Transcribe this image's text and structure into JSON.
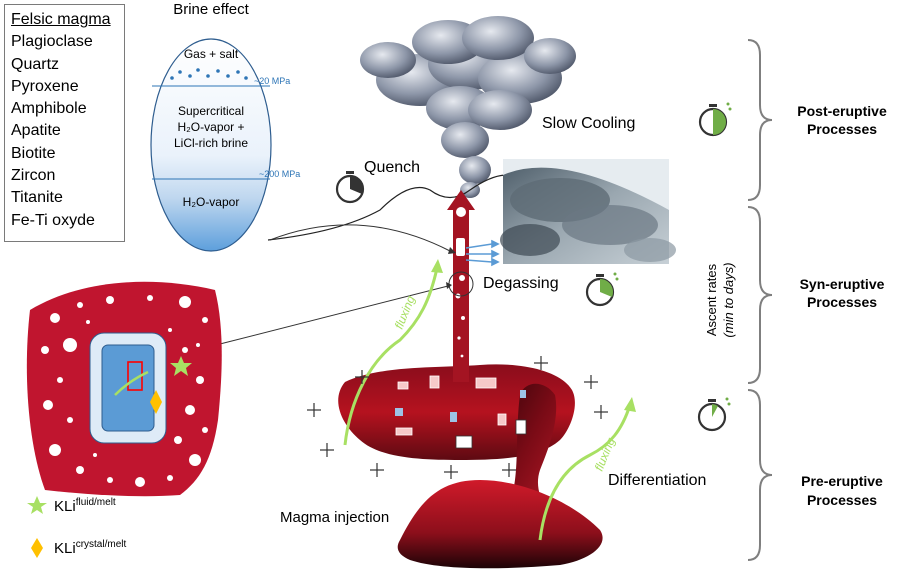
{
  "minerals": {
    "title": "Felsic magma",
    "items": [
      "Plagioclase",
      "Quartz",
      "Pyroxene",
      "Amphibole",
      "Apatite",
      "Biotite",
      "Zircon",
      "Titanite",
      "Fe-Ti oxyde"
    ]
  },
  "brine": {
    "title": "Brine effect",
    "zone_gas": "Gas + salt",
    "zone_super_1": "Supercritical",
    "zone_super_2": "H₂O-vapor +",
    "zone_super_3": "LiCl-rich brine",
    "zone_vapor": "H₂O-vapor",
    "pressure_low": "~20 MPa",
    "pressure_high": "~200 MPa"
  },
  "labels": {
    "quench": "Quench",
    "slow_cooling": "Slow Cooling",
    "degassing": "Degassing",
    "differentiation": "Differentiation",
    "magma_injection": "Magma injection",
    "fluxing_1": "fluxing",
    "fluxing_2": "fluxing"
  },
  "partition": {
    "fluid_prefix": "KLi",
    "fluid_sup": "fluid/melt",
    "crystal_prefix": "KLi",
    "crystal_sup": "crystal/melt"
  },
  "processes": {
    "post_1": "Post-eruptive",
    "post_2": "Processes",
    "syn_1": "Syn-eruptive",
    "syn_2": "Processes",
    "pre_1": "Pre-eruptive",
    "pre_2": "Processes",
    "ascent_1": "Ascent rates",
    "ascent_2": "(min to days)"
  },
  "colors": {
    "magma": "#c0152f",
    "flux": "#a8e063",
    "vapor": "#5b9bd5",
    "timer_green": "#70ad47"
  }
}
